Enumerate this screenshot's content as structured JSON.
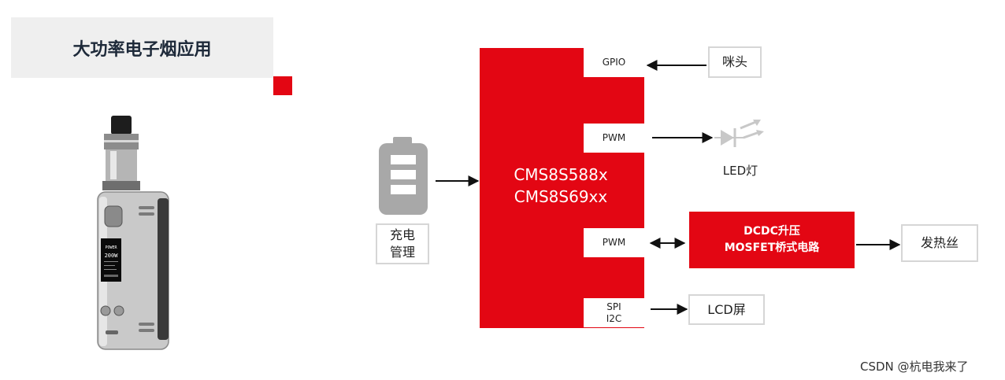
{
  "title": "大功率电子烟应用",
  "mcu": {
    "line1": "CMS8S588x",
    "line2": "CMS8S69xx"
  },
  "pins": {
    "gpio": "GPIO",
    "pwm1": "PWM",
    "pwm2": "PWM",
    "spi": "SPI",
    "i2c": "I2C"
  },
  "blocks": {
    "mic": "咪头",
    "led": "LED灯",
    "driver_line1": "DCDC升压",
    "driver_line2": "MOSFET桥式电路",
    "heater": "发热丝",
    "lcd": "LCD屏",
    "charge_line1": "充电",
    "charge_line2": "管理"
  },
  "device_screen": {
    "label": "POWER",
    "value": "200W"
  },
  "watermark": "CSDN @杭电我来了",
  "colors": {
    "accent_red": "#e30613",
    "battery_gray": "#a8a8a8",
    "title_bg": "#efefef"
  }
}
